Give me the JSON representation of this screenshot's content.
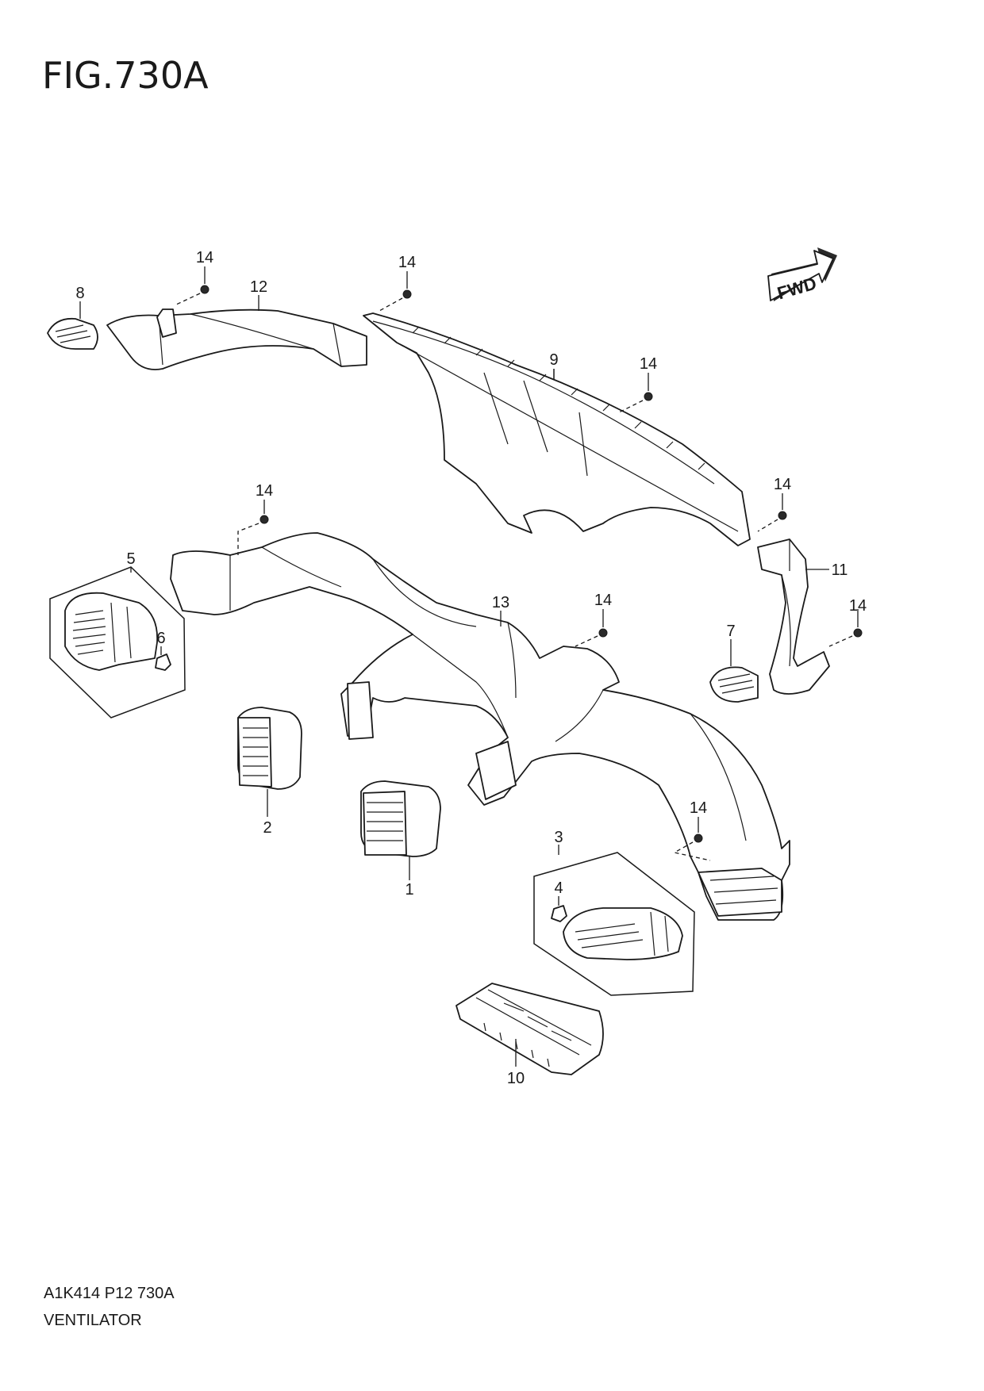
{
  "figure": {
    "title": "FIG.730A",
    "code": "A1K414 P12 730A",
    "name": "VENTILATOR"
  },
  "fwd_label": "FWD",
  "callouts": [
    {
      "id": "c1",
      "label": "1"
    },
    {
      "id": "c2",
      "label": "2"
    },
    {
      "id": "c3",
      "label": "3"
    },
    {
      "id": "c4",
      "label": "4"
    },
    {
      "id": "c5",
      "label": "5"
    },
    {
      "id": "c6",
      "label": "6"
    },
    {
      "id": "c7",
      "label": "7"
    },
    {
      "id": "c8",
      "label": "8"
    },
    {
      "id": "c9",
      "label": "9"
    },
    {
      "id": "c10",
      "label": "10"
    },
    {
      "id": "c11",
      "label": "11"
    },
    {
      "id": "c12",
      "label": "12"
    },
    {
      "id": "c13",
      "label": "13"
    },
    {
      "id": "c14a",
      "label": "14"
    },
    {
      "id": "c14b",
      "label": "14"
    },
    {
      "id": "c14c",
      "label": "14"
    },
    {
      "id": "c14d",
      "label": "14"
    },
    {
      "id": "c14e",
      "label": "14"
    },
    {
      "id": "c14f",
      "label": "14"
    },
    {
      "id": "c14g",
      "label": "14"
    },
    {
      "id": "c14h",
      "label": "14"
    }
  ]
}
